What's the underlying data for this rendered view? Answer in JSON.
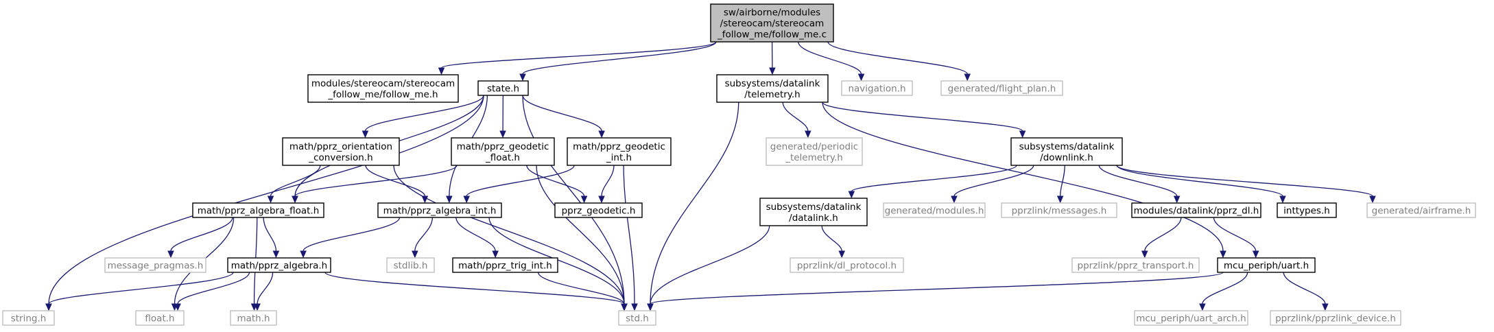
{
  "diagram": {
    "colors": {
      "edge": "#191970",
      "documented_border": "#000000",
      "undocumented_border": "#bfbfbf",
      "undocumented_text": "#7f7f7f",
      "root_fill": "#bfbfbf"
    },
    "nodes": [
      {
        "id": "follow_me_c",
        "lines": [
          "sw/airborne/modules",
          "/stereocam/stereocam",
          "_follow_me/follow_me.c"
        ],
        "style": "root"
      },
      {
        "id": "follow_me_h",
        "lines": [
          "modules/stereocam/stereocam",
          "_follow_me/follow_me.h"
        ],
        "style": "black"
      },
      {
        "id": "state_h",
        "lines": [
          "state.h"
        ],
        "style": "black"
      },
      {
        "id": "telemetry_h",
        "lines": [
          "subsystems/datalink",
          "/telemetry.h"
        ],
        "style": "black"
      },
      {
        "id": "navigation_h",
        "lines": [
          "navigation.h"
        ],
        "style": "gray"
      },
      {
        "id": "flight_plan_h",
        "lines": [
          "generated/flight_plan.h"
        ],
        "style": "gray"
      },
      {
        "id": "orientation_h",
        "lines": [
          "math/pprz_orientation",
          "_conversion.h"
        ],
        "style": "black"
      },
      {
        "id": "geodetic_float_h",
        "lines": [
          "math/pprz_geodetic",
          "_float.h"
        ],
        "style": "black"
      },
      {
        "id": "geodetic_int_h",
        "lines": [
          "math/pprz_geodetic",
          "_int.h"
        ],
        "style": "black"
      },
      {
        "id": "periodic_telemetry_h",
        "lines": [
          "generated/periodic",
          "_telemetry.h"
        ],
        "style": "gray"
      },
      {
        "id": "downlink_h",
        "lines": [
          "subsystems/datalink",
          "/downlink.h"
        ],
        "style": "black"
      },
      {
        "id": "algebra_float_h",
        "lines": [
          "math/pprz_algebra_float.h"
        ],
        "style": "black"
      },
      {
        "id": "algebra_int_h",
        "lines": [
          "math/pprz_algebra_int.h"
        ],
        "style": "black"
      },
      {
        "id": "pprz_geodetic_h",
        "lines": [
          "pprz_geodetic.h"
        ],
        "style": "black"
      },
      {
        "id": "datalink_h",
        "lines": [
          "subsystems/datalink",
          "/datalink.h"
        ],
        "style": "black"
      },
      {
        "id": "modules_h",
        "lines": [
          "generated/modules.h"
        ],
        "style": "gray"
      },
      {
        "id": "messages_h",
        "lines": [
          "pprzlink/messages.h"
        ],
        "style": "gray"
      },
      {
        "id": "pprz_dl_h",
        "lines": [
          "modules/datalink/pprz_dl.h"
        ],
        "style": "black"
      },
      {
        "id": "inttypes_h",
        "lines": [
          "inttypes.h"
        ],
        "style": "black"
      },
      {
        "id": "airframe_h",
        "lines": [
          "generated/airframe.h"
        ],
        "style": "gray"
      },
      {
        "id": "message_pragmas_h",
        "lines": [
          "message_pragmas.h"
        ],
        "style": "gray"
      },
      {
        "id": "algebra_h",
        "lines": [
          "math/pprz_algebra.h"
        ],
        "style": "black"
      },
      {
        "id": "stdlib_h",
        "lines": [
          "stdlib.h"
        ],
        "style": "gray"
      },
      {
        "id": "trig_int_h",
        "lines": [
          "math/pprz_trig_int.h"
        ],
        "style": "black"
      },
      {
        "id": "dl_protocol_h",
        "lines": [
          "pprzlink/dl_protocol.h"
        ],
        "style": "gray"
      },
      {
        "id": "pprz_transport_h",
        "lines": [
          "pprzlink/pprz_transport.h"
        ],
        "style": "gray"
      },
      {
        "id": "uart_h",
        "lines": [
          "mcu_periph/uart.h"
        ],
        "style": "black"
      },
      {
        "id": "string_h",
        "lines": [
          "string.h"
        ],
        "style": "gray"
      },
      {
        "id": "float_h",
        "lines": [
          "float.h"
        ],
        "style": "gray"
      },
      {
        "id": "math_h",
        "lines": [
          "math.h"
        ],
        "style": "gray"
      },
      {
        "id": "std_h",
        "lines": [
          "std.h"
        ],
        "style": "gray"
      },
      {
        "id": "uart_arch_h",
        "lines": [
          "mcu_periph/uart_arch.h"
        ],
        "style": "gray"
      },
      {
        "id": "pprzlink_device_h",
        "lines": [
          "pprzlink/pprzlink_device.h"
        ],
        "style": "gray"
      }
    ],
    "edges": [
      [
        "follow_me_c",
        "follow_me_h"
      ],
      [
        "follow_me_c",
        "state_h"
      ],
      [
        "follow_me_c",
        "telemetry_h"
      ],
      [
        "follow_me_c",
        "navigation_h"
      ],
      [
        "follow_me_c",
        "flight_plan_h"
      ],
      [
        "state_h",
        "orientation_h"
      ],
      [
        "state_h",
        "geodetic_float_h"
      ],
      [
        "state_h",
        "geodetic_int_h"
      ],
      [
        "state_h",
        "algebra_float_h"
      ],
      [
        "state_h",
        "algebra_int_h"
      ],
      [
        "state_h",
        "string_h"
      ],
      [
        "state_h",
        "std_h"
      ],
      [
        "telemetry_h",
        "periodic_telemetry_h"
      ],
      [
        "telemetry_h",
        "downlink_h"
      ],
      [
        "telemetry_h",
        "std_h"
      ],
      [
        "telemetry_h",
        "uart_h"
      ],
      [
        "orientation_h",
        "algebra_float_h"
      ],
      [
        "orientation_h",
        "algebra_int_h"
      ],
      [
        "orientation_h",
        "std_h"
      ],
      [
        "geodetic_float_h",
        "algebra_float_h"
      ],
      [
        "geodetic_float_h",
        "pprz_geodetic_h"
      ],
      [
        "geodetic_float_h",
        "std_h"
      ],
      [
        "geodetic_int_h",
        "algebra_int_h"
      ],
      [
        "geodetic_int_h",
        "pprz_geodetic_h"
      ],
      [
        "geodetic_int_h",
        "std_h"
      ],
      [
        "downlink_h",
        "datalink_h"
      ],
      [
        "downlink_h",
        "modules_h"
      ],
      [
        "downlink_h",
        "messages_h"
      ],
      [
        "downlink_h",
        "pprz_dl_h"
      ],
      [
        "downlink_h",
        "inttypes_h"
      ],
      [
        "downlink_h",
        "airframe_h"
      ],
      [
        "algebra_float_h",
        "message_pragmas_h"
      ],
      [
        "algebra_float_h",
        "algebra_h"
      ],
      [
        "algebra_float_h",
        "float_h"
      ],
      [
        "algebra_float_h",
        "math_h"
      ],
      [
        "algebra_int_h",
        "algebra_h"
      ],
      [
        "algebra_int_h",
        "stdlib_h"
      ],
      [
        "algebra_int_h",
        "trig_int_h"
      ],
      [
        "algebra_int_h",
        "std_h"
      ],
      [
        "datalink_h",
        "dl_protocol_h"
      ],
      [
        "datalink_h",
        "std_h"
      ],
      [
        "pprz_dl_h",
        "pprz_transport_h"
      ],
      [
        "pprz_dl_h",
        "uart_h"
      ],
      [
        "algebra_h",
        "string_h"
      ],
      [
        "algebra_h",
        "float_h"
      ],
      [
        "algebra_h",
        "math_h"
      ],
      [
        "algebra_h",
        "std_h"
      ],
      [
        "trig_int_h",
        "std_h"
      ],
      [
        "uart_h",
        "std_h"
      ],
      [
        "uart_h",
        "uart_arch_h"
      ],
      [
        "uart_h",
        "pprzlink_device_h"
      ]
    ]
  }
}
